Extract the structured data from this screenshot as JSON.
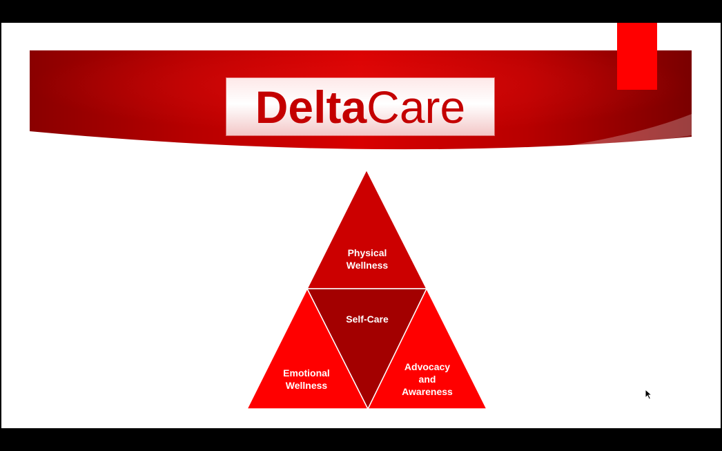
{
  "slide": {
    "logo": {
      "bold_part": "Delta",
      "light_part": "Care"
    },
    "pyramid": {
      "top": "Physical\nWellness",
      "center": "Self-Care",
      "left": "Emotional\nWellness",
      "right": "Advocacy\nand\nAwareness"
    }
  },
  "colors": {
    "banner_dark": "#8f0000",
    "banner_mid": "#d40000",
    "logo_red": "#c40000",
    "tab_red": "#ff0000",
    "tri_top": "#cc0000",
    "tri_center": "#a30000",
    "tri_sides": "#ff0000"
  },
  "cursor": {
    "icon": "mouse-pointer-icon"
  }
}
